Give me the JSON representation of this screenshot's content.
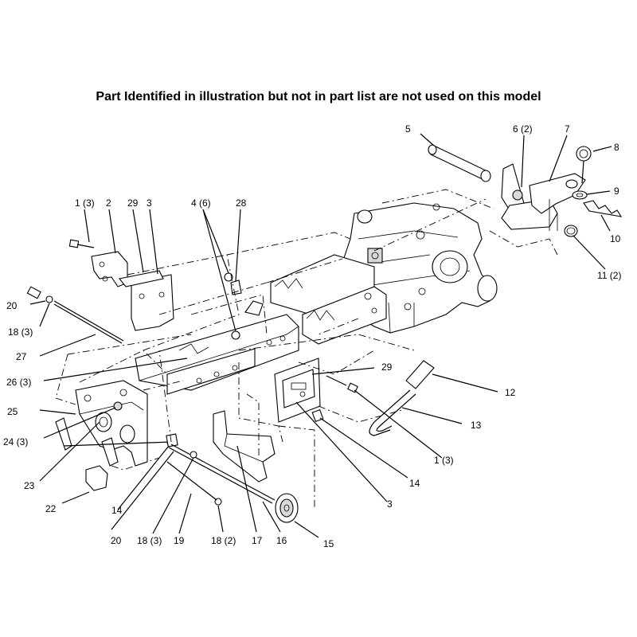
{
  "title": "Part Identified in illustration but not in part list are not used on this model",
  "callouts": [
    {
      "id": "c1a",
      "text": "1 (3)"
    },
    {
      "id": "c2",
      "text": "2"
    },
    {
      "id": "c29a",
      "text": "29"
    },
    {
      "id": "c3a",
      "text": "3"
    },
    {
      "id": "c4",
      "text": "4 (6)"
    },
    {
      "id": "c28",
      "text": "28"
    },
    {
      "id": "c5",
      "text": "5"
    },
    {
      "id": "c6",
      "text": "6 (2)"
    },
    {
      "id": "c7",
      "text": "7"
    },
    {
      "id": "c8",
      "text": "8"
    },
    {
      "id": "c9",
      "text": "9"
    },
    {
      "id": "c10",
      "text": "10"
    },
    {
      "id": "c11",
      "text": "11 (2)"
    },
    {
      "id": "c20a",
      "text": "20"
    },
    {
      "id": "c18a",
      "text": "18 (3)"
    },
    {
      "id": "c27",
      "text": "27"
    },
    {
      "id": "c26",
      "text": "26 (3)"
    },
    {
      "id": "c29b",
      "text": "29"
    },
    {
      "id": "c12",
      "text": "12"
    },
    {
      "id": "c13",
      "text": "13"
    },
    {
      "id": "c25",
      "text": "25"
    },
    {
      "id": "c24",
      "text": "24 (3)"
    },
    {
      "id": "c1b",
      "text": "1 (3)"
    },
    {
      "id": "c23",
      "text": "23"
    },
    {
      "id": "c14a",
      "text": "14"
    },
    {
      "id": "c14b",
      "text": "14"
    },
    {
      "id": "c3b",
      "text": "3"
    },
    {
      "id": "c22",
      "text": "22"
    },
    {
      "id": "c20b",
      "text": "20"
    },
    {
      "id": "c18b",
      "text": "18 (3)"
    },
    {
      "id": "c19",
      "text": "19"
    },
    {
      "id": "c18c",
      "text": "18 (2)"
    },
    {
      "id": "c17",
      "text": "17"
    },
    {
      "id": "c16",
      "text": "16"
    },
    {
      "id": "c15",
      "text": "15"
    }
  ]
}
